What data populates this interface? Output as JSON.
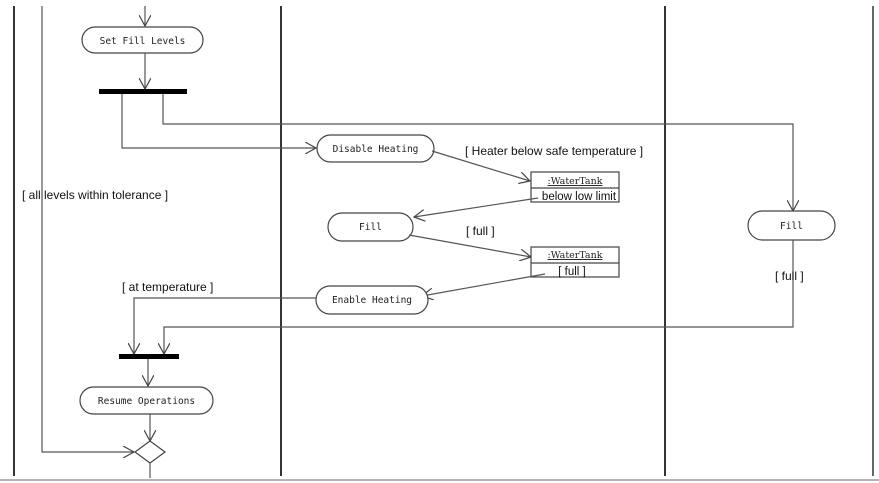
{
  "actions": {
    "set_fill_levels": "Set Fill Levels",
    "disable_heating": "Disable Heating",
    "fill_center": "Fill",
    "enable_heating": "Enable Heating",
    "fill_right": "Fill",
    "resume_operations": "Resume Operations"
  },
  "objects": {
    "water_tank_1": {
      "name": ":WaterTank",
      "state": "below low limit"
    },
    "water_tank_2": {
      "name": ":WaterTank",
      "state": "[ full ]"
    }
  },
  "guards": {
    "all_levels": "[ all levels within tolerance ]",
    "heater_below": "[ Heater below safe temperature ]",
    "full_center": "[ full ]",
    "full_right": "[ full ]",
    "at_temperature": "[ at temperature ]"
  },
  "colors": {
    "line": "#555555",
    "lane": "#333333",
    "bar": "#000000"
  }
}
